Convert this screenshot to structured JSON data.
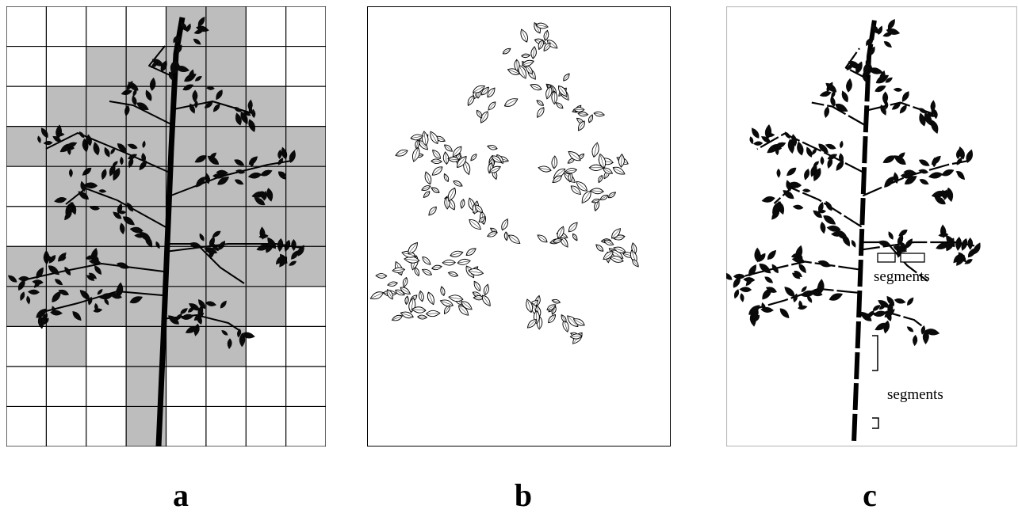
{
  "panels": [
    {
      "id": "a",
      "label": "a"
    },
    {
      "id": "b",
      "label": "b"
    },
    {
      "id": "c",
      "label": "c"
    }
  ],
  "annotations": {
    "segments_upper": "segments",
    "segments_lower": "segments"
  },
  "grid": {
    "columns": 8,
    "rows": 11,
    "occupied_cells": [
      [
        0,
        4
      ],
      [
        0,
        5
      ],
      [
        1,
        2
      ],
      [
        1,
        3
      ],
      [
        1,
        4
      ],
      [
        1,
        5
      ],
      [
        2,
        1
      ],
      [
        2,
        2
      ],
      [
        2,
        3
      ],
      [
        2,
        4
      ],
      [
        2,
        5
      ],
      [
        2,
        6
      ],
      [
        3,
        0
      ],
      [
        3,
        1
      ],
      [
        3,
        2
      ],
      [
        3,
        3
      ],
      [
        3,
        4
      ],
      [
        3,
        5
      ],
      [
        3,
        6
      ],
      [
        3,
        7
      ],
      [
        4,
        1
      ],
      [
        4,
        2
      ],
      [
        4,
        3
      ],
      [
        4,
        4
      ],
      [
        4,
        5
      ],
      [
        4,
        6
      ],
      [
        4,
        7
      ],
      [
        5,
        1
      ],
      [
        5,
        2
      ],
      [
        5,
        3
      ],
      [
        5,
        4
      ],
      [
        5,
        5
      ],
      [
        5,
        6
      ],
      [
        5,
        7
      ],
      [
        6,
        0
      ],
      [
        6,
        1
      ],
      [
        6,
        2
      ],
      [
        6,
        3
      ],
      [
        6,
        4
      ],
      [
        6,
        5
      ],
      [
        6,
        6
      ],
      [
        6,
        7
      ],
      [
        7,
        0
      ],
      [
        7,
        1
      ],
      [
        7,
        2
      ],
      [
        7,
        3
      ],
      [
        7,
        4
      ],
      [
        7,
        5
      ],
      [
        7,
        6
      ],
      [
        8,
        1
      ],
      [
        8,
        3
      ],
      [
        8,
        4
      ],
      [
        8,
        5
      ],
      [
        9,
        3
      ],
      [
        10,
        3
      ]
    ]
  },
  "colors": {
    "cell_fill": "#bdbdbd",
    "grid_line": "#000000",
    "foliage": "#0a0a0a",
    "leaf_outline_fill": "#ffffff"
  }
}
